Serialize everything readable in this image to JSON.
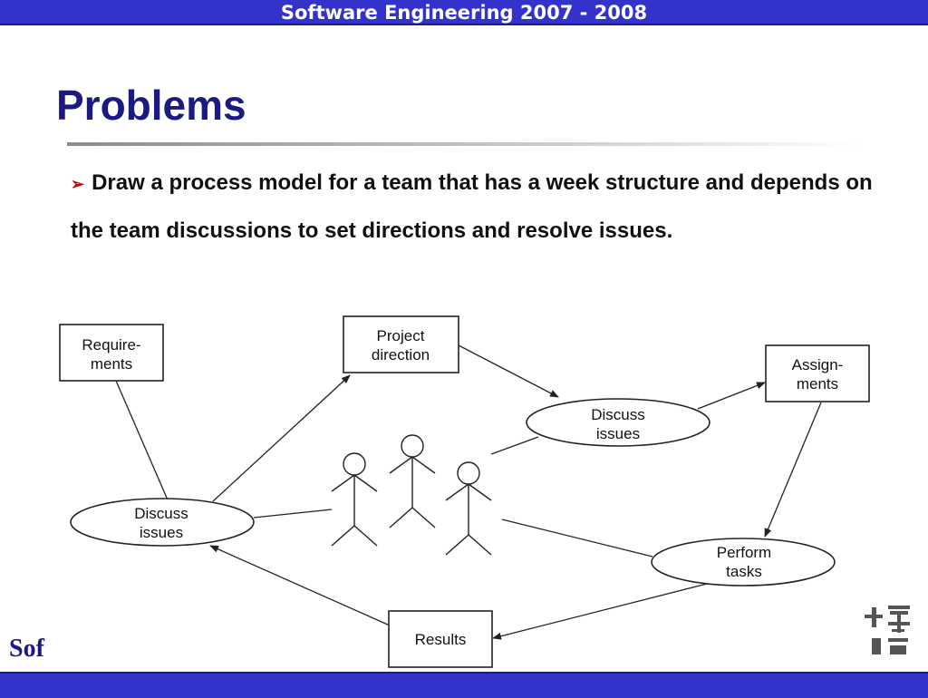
{
  "header": {
    "banner": "Software Engineering 2007 - 2008"
  },
  "slide": {
    "title": "Problems",
    "bullet_mark": "➢",
    "bullet_text": "Draw a process model for a team that has a week structure and depends on the team discussions to set directions and resolve issues."
  },
  "diagram": {
    "nodes": {
      "requirements": [
        "Require-",
        "ments"
      ],
      "project_direction": [
        "Project",
        "direction"
      ],
      "assignments": [
        "Assign-",
        "ments"
      ],
      "discuss_issues_top": [
        "Discuss",
        "issues"
      ],
      "discuss_issues_left": [
        "Discuss",
        "issues"
      ],
      "perform_tasks": [
        "Perform",
        "tasks"
      ],
      "results": [
        "Results"
      ]
    }
  },
  "footer": {
    "left_logo": "Sof"
  },
  "colors": {
    "bar": "#3333cc",
    "title": "#1a1a80",
    "bullet_mark": "#cc0000"
  }
}
